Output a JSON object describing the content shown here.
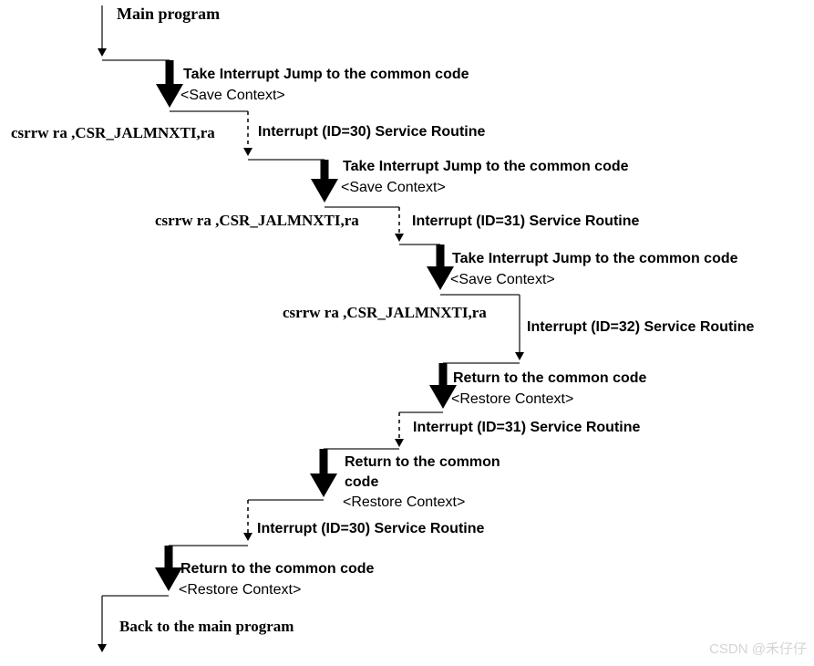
{
  "diagram": {
    "start_label": "Main program",
    "end_label": "Back to the main program",
    "entry_steps": [
      {
        "action": "Take Interrupt Jump to the common code",
        "context": "<Save Context>",
        "instruction": "csrrw ra ,CSR_JALMNXTI,ra",
        "isr": "Interrupt (ID=30) Service Routine"
      },
      {
        "action": "Take Interrupt Jump to the common code",
        "context": "<Save Context>",
        "instruction": "csrrw ra ,CSR_JALMNXTI,ra",
        "isr": "Interrupt (ID=31) Service Routine"
      },
      {
        "action": "Take Interrupt Jump to the common code",
        "context": "<Save Context>",
        "instruction": "csrrw ra ,CSR_JALMNXTI,ra",
        "isr": "Interrupt (ID=32) Service Routine"
      }
    ],
    "return_steps": [
      {
        "action": "Return to the common code",
        "context": "<Restore Context>",
        "isr": "Interrupt (ID=31) Service Routine"
      },
      {
        "action": "Return to the common code",
        "context": "<Restore Context>",
        "isr": "Interrupt (ID=30) Service Routine"
      },
      {
        "action": "Return to the common code",
        "context": "<Restore Context>"
      }
    ]
  },
  "watermark": {
    "text": "CSDN @禾仔仔"
  },
  "colors": {
    "background": "#ffffff",
    "line": "#000000",
    "text": "#000000",
    "watermark": "#d4d4d4"
  }
}
